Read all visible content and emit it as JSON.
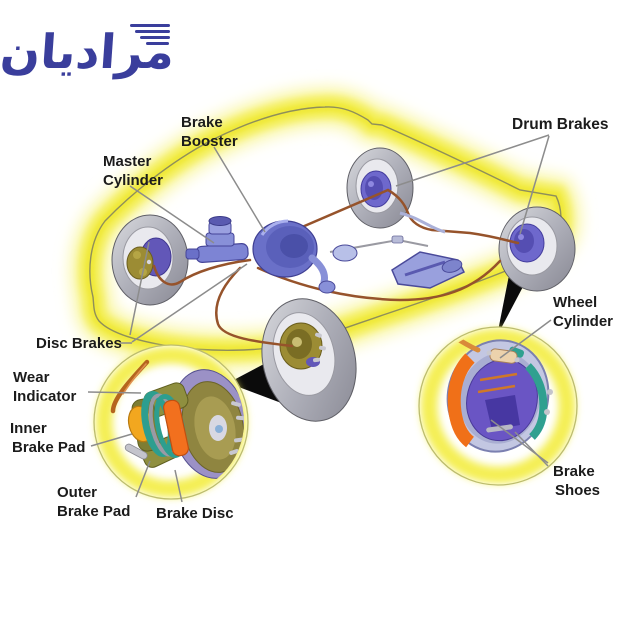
{
  "logo": {
    "text": "مرادیان",
    "color": "#3a3e9c"
  },
  "labels": {
    "brake_booster": {
      "lines": [
        "Brake",
        "Booster"
      ]
    },
    "master_cylinder": {
      "lines": [
        "Master",
        "Cylinder"
      ]
    },
    "drum_brakes": {
      "lines": [
        "Drum Brakes"
      ]
    },
    "disc_brakes": {
      "lines": [
        "Disc Brakes"
      ]
    },
    "wear_indicator": {
      "lines": [
        "Wear",
        "Indicator"
      ]
    },
    "inner_brake_pad": {
      "lines": [
        "Inner",
        "Brake Pad"
      ]
    },
    "outer_brake_pad": {
      "lines": [
        "Outer",
        "Brake Pad"
      ]
    },
    "brake_disc": {
      "lines": [
        "Brake Disc"
      ]
    },
    "wheel_cylinder": {
      "lines": [
        "Wheel",
        "Cylinder"
      ]
    },
    "brake_shoes": {
      "lines": [
        "Brake",
        "Shoes"
      ]
    }
  },
  "colors": {
    "glow_yellow": "#f3ee52",
    "glow_soft": "#f9f6a0",
    "body_outline": "#8f8f5a",
    "brake_line_brown": "#96532b",
    "component_blue": "#7d84d4",
    "tire_gray": "#b9bac2",
    "pad_orange": "#f2701e",
    "pad_yellow": "#f2a71f",
    "disc_teal": "#2d9e8f",
    "drum_purple": "#6a55c4",
    "shoe_orange": "#f07018",
    "caliper_olive": "#8f8f3f",
    "leader_gray": "#8c8c8c",
    "label_color": "#1b1b1b",
    "logo_blue": "#3a3e9c"
  }
}
